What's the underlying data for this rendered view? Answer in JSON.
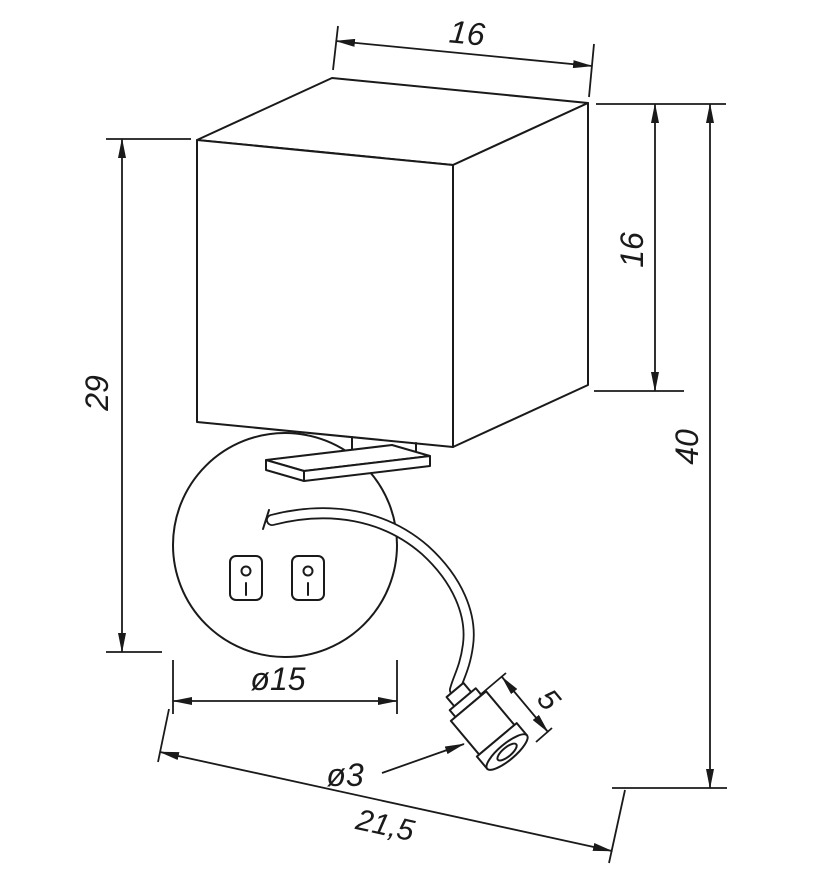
{
  "dimensions": {
    "top_width": "16",
    "shade_height": "16",
    "overall_height": "40",
    "body_height": "29",
    "plate_diameter": "ø15",
    "head_diameter": "ø3",
    "head_length": "5",
    "overall_depth": "21,5"
  },
  "colors": {
    "line": "#1a1a1a",
    "background": "#ffffff"
  }
}
